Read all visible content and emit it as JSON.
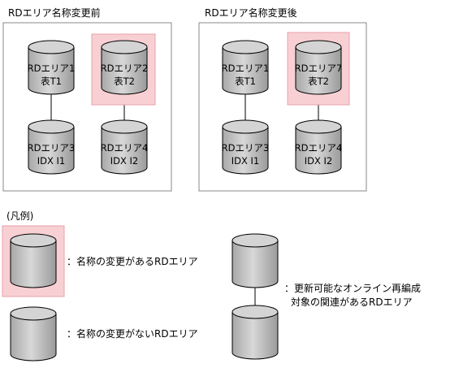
{
  "panels": {
    "before": {
      "title": "RDエリア名称変更前",
      "areas": [
        {
          "line1": "RDエリア1",
          "line2": "表T1",
          "renamed": false
        },
        {
          "line1": "RDエリア2",
          "line2": "表T2",
          "renamed": true
        },
        {
          "line1": "RDエリア3",
          "line2": "IDX I1",
          "renamed": false
        },
        {
          "line1": "RDエリア4",
          "line2": "IDX I2",
          "renamed": false
        }
      ]
    },
    "after": {
      "title": "RDエリア名称変更後",
      "areas": [
        {
          "line1": "RDエリア1",
          "line2": "表T1",
          "renamed": false
        },
        {
          "line1": "RDエリア7",
          "line2": "表T2",
          "renamed": true
        },
        {
          "line1": "RDエリア3",
          "line2": "IDX I1",
          "renamed": false
        },
        {
          "line1": "RDエリア4",
          "line2": "IDX I2",
          "renamed": false
        }
      ]
    }
  },
  "legend": {
    "title": "(凡例)",
    "renamed_label": "：名称の変更があるRDエリア",
    "not_renamed_label": "：名称の変更がないRDエリア",
    "linked_label_line1": "：更新可能なオンライン再編成",
    "linked_label_line2": "対象の関連があるRDエリア"
  },
  "colors": {
    "highlight_fill": "#f8d0d4",
    "highlight_stroke": "#e8a0a8",
    "cylinder_fill": "#c4c4c4",
    "cylinder_top": "#d4d4d4",
    "frame": "#888888"
  }
}
